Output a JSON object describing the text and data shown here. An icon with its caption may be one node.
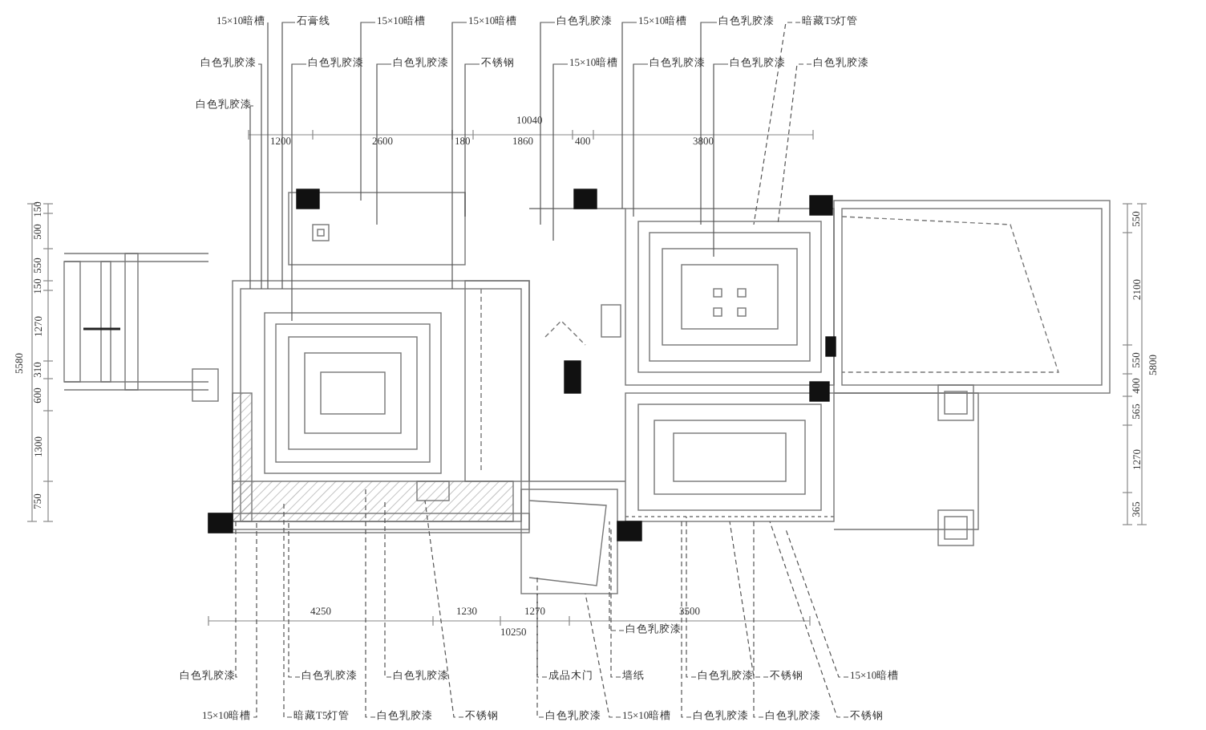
{
  "diagram": {
    "nodes": [
      {
        "text": [
          "15×10暗槽"
        ]
      },
      {
        "text": [
          "石膏线"
        ]
      },
      {
        "text": [
          "15×10暗槽"
        ]
      },
      {
        "text": [
          "15×10暗槽"
        ]
      },
      {
        "text": [
          "白色乳胶漆"
        ]
      },
      {
        "text": [
          "15×10暗槽"
        ]
      },
      {
        "text": [
          "白色乳胶漆"
        ]
      },
      {
        "text": [
          "暗藏T5灯管"
        ]
      },
      {
        "text": [
          "白色乳胶漆"
        ]
      },
      {
        "text": [
          "白色乳胶漆"
        ]
      },
      {
        "text": [
          "白色乳胶漆"
        ]
      },
      {
        "text": [
          "不锈钢"
        ]
      },
      {
        "text": [
          "15×10暗槽"
        ]
      },
      {
        "text": [
          "白色乳胶漆"
        ]
      },
      {
        "text": [
          "白色乳胶漆"
        ]
      },
      {
        "text": [
          "白色乳胶漆"
        ]
      },
      {
        "text": [
          "白色乳胶漆"
        ]
      },
      {
        "text": [
          "白色乳胶漆"
        ]
      },
      {
        "text": [
          "白色乳胶漆"
        ]
      },
      {
        "text": [
          "白色乳胶漆"
        ]
      },
      {
        "text": [
          "白色乳胶漆"
        ]
      },
      {
        "text": [
          "成品木门"
        ]
      },
      {
        "text": [
          "墙纸"
        ]
      },
      {
        "text": [
          "白色乳胶漆"
        ]
      },
      {
        "text": [
          "不锈钢"
        ]
      },
      {
        "text": [
          "15×10暗槽"
        ]
      },
      {
        "text": [
          "15×10暗槽"
        ]
      },
      {
        "text": [
          "暗藏T5灯管"
        ]
      },
      {
        "text": [
          "白色乳胶漆"
        ]
      },
      {
        "text": [
          "不锈钢"
        ]
      },
      {
        "text": [
          "白色乳胶漆"
        ]
      },
      {
        "text": [
          "15×10暗槽"
        ]
      },
      {
        "text": [
          "白色乳胶漆"
        ]
      },
      {
        "text": [
          "白色乳胶漆"
        ]
      },
      {
        "text": [
          "不锈钢"
        ]
      }
    ],
    "edges": [
      {
        "from": 0,
        "to": null,
        "arrow": "none"
      },
      {
        "from": 1,
        "to": null,
        "arrow": "none"
      },
      {
        "from": 2,
        "to": null,
        "arrow": "none"
      },
      {
        "from": 3,
        "to": null,
        "arrow": "none"
      },
      {
        "from": 4,
        "to": null,
        "arrow": "none"
      },
      {
        "from": 5,
        "to": null,
        "arrow": "none"
      },
      {
        "from": 6,
        "to": null,
        "arrow": "none"
      },
      {
        "from": 7,
        "to": null,
        "arrow": "none",
        "style": "dashed"
      },
      {
        "from": 8,
        "to": null,
        "arrow": "none"
      },
      {
        "from": 9,
        "to": null,
        "arrow": "none"
      },
      {
        "from": 10,
        "to": null,
        "arrow": "none"
      },
      {
        "from": 11,
        "to": null,
        "arrow": "none"
      },
      {
        "from": 12,
        "to": null,
        "arrow": "none"
      },
      {
        "from": 13,
        "to": null,
        "arrow": "none"
      },
      {
        "from": 14,
        "to": null,
        "arrow": "none"
      },
      {
        "from": 15,
        "to": null,
        "arrow": "none",
        "style": "dashed"
      },
      {
        "from": 16,
        "to": null,
        "arrow": "none"
      },
      {
        "from": 17,
        "to": null,
        "arrow": "none",
        "style": "dashed"
      },
      {
        "from": 18,
        "to": null,
        "arrow": "none",
        "style": "dashed"
      },
      {
        "from": 19,
        "to": null,
        "arrow": "none",
        "style": "dashed"
      },
      {
        "from": 20,
        "to": null,
        "arrow": "none",
        "style": "dashed"
      },
      {
        "from": 21,
        "to": null,
        "arrow": "none",
        "style": "dashed"
      },
      {
        "from": 22,
        "to": null,
        "arrow": "none",
        "style": "dashed"
      },
      {
        "from": 23,
        "to": null,
        "arrow": "none",
        "style": "dashed"
      },
      {
        "from": 24,
        "to": null,
        "arrow": "none",
        "style": "dashed"
      },
      {
        "from": 25,
        "to": null,
        "arrow": "none",
        "style": "dashed"
      },
      {
        "from": 26,
        "to": null,
        "arrow": "none",
        "style": "dashed"
      },
      {
        "from": 27,
        "to": null,
        "arrow": "none",
        "style": "dashed"
      },
      {
        "from": 28,
        "to": null,
        "arrow": "none",
        "style": "dashed"
      },
      {
        "from": 29,
        "to": null,
        "arrow": "none",
        "style": "dashed"
      },
      {
        "from": 30,
        "to": null,
        "arrow": "none",
        "style": "dashed"
      },
      {
        "from": 31,
        "to": null,
        "arrow": "none",
        "style": "dashed"
      },
      {
        "from": 32,
        "to": null,
        "arrow": "none",
        "style": "dashed"
      },
      {
        "from": 33,
        "to": null,
        "arrow": "none",
        "style": "dashed"
      },
      {
        "from": 34,
        "to": null,
        "arrow": "none",
        "style": "dashed"
      }
    ],
    "labels": [
      "10040",
      "1200",
      "2600",
      "180",
      "1860",
      "400",
      "3800",
      "5580",
      "150",
      "500",
      "550",
      "150",
      "1270",
      "310",
      "600",
      "1300",
      "750",
      "5800",
      "550",
      "2100",
      "550",
      "400",
      "565",
      "1270",
      "365",
      "4250",
      "1230",
      "1270",
      "3500",
      "10250"
    ]
  }
}
